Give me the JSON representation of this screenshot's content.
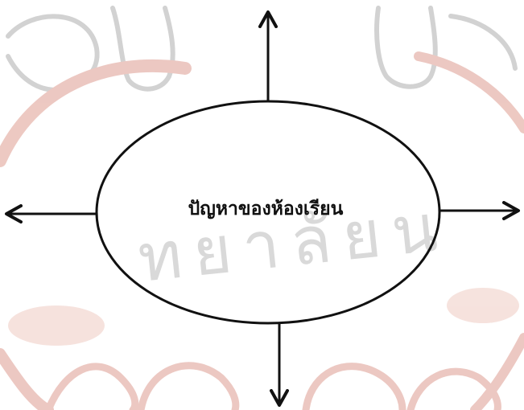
{
  "diagram": {
    "center_label": "ปัญหาของห้องเรียน",
    "watermark_text": "ทยาลัยน",
    "watermark": {
      "seal_color": "#c9c9c9",
      "lettering_color": "#d9d9d9",
      "accent_color": "#e7a59a"
    },
    "line_color": "#111111",
    "arrow_directions": [
      "up",
      "down",
      "left",
      "right"
    ]
  }
}
